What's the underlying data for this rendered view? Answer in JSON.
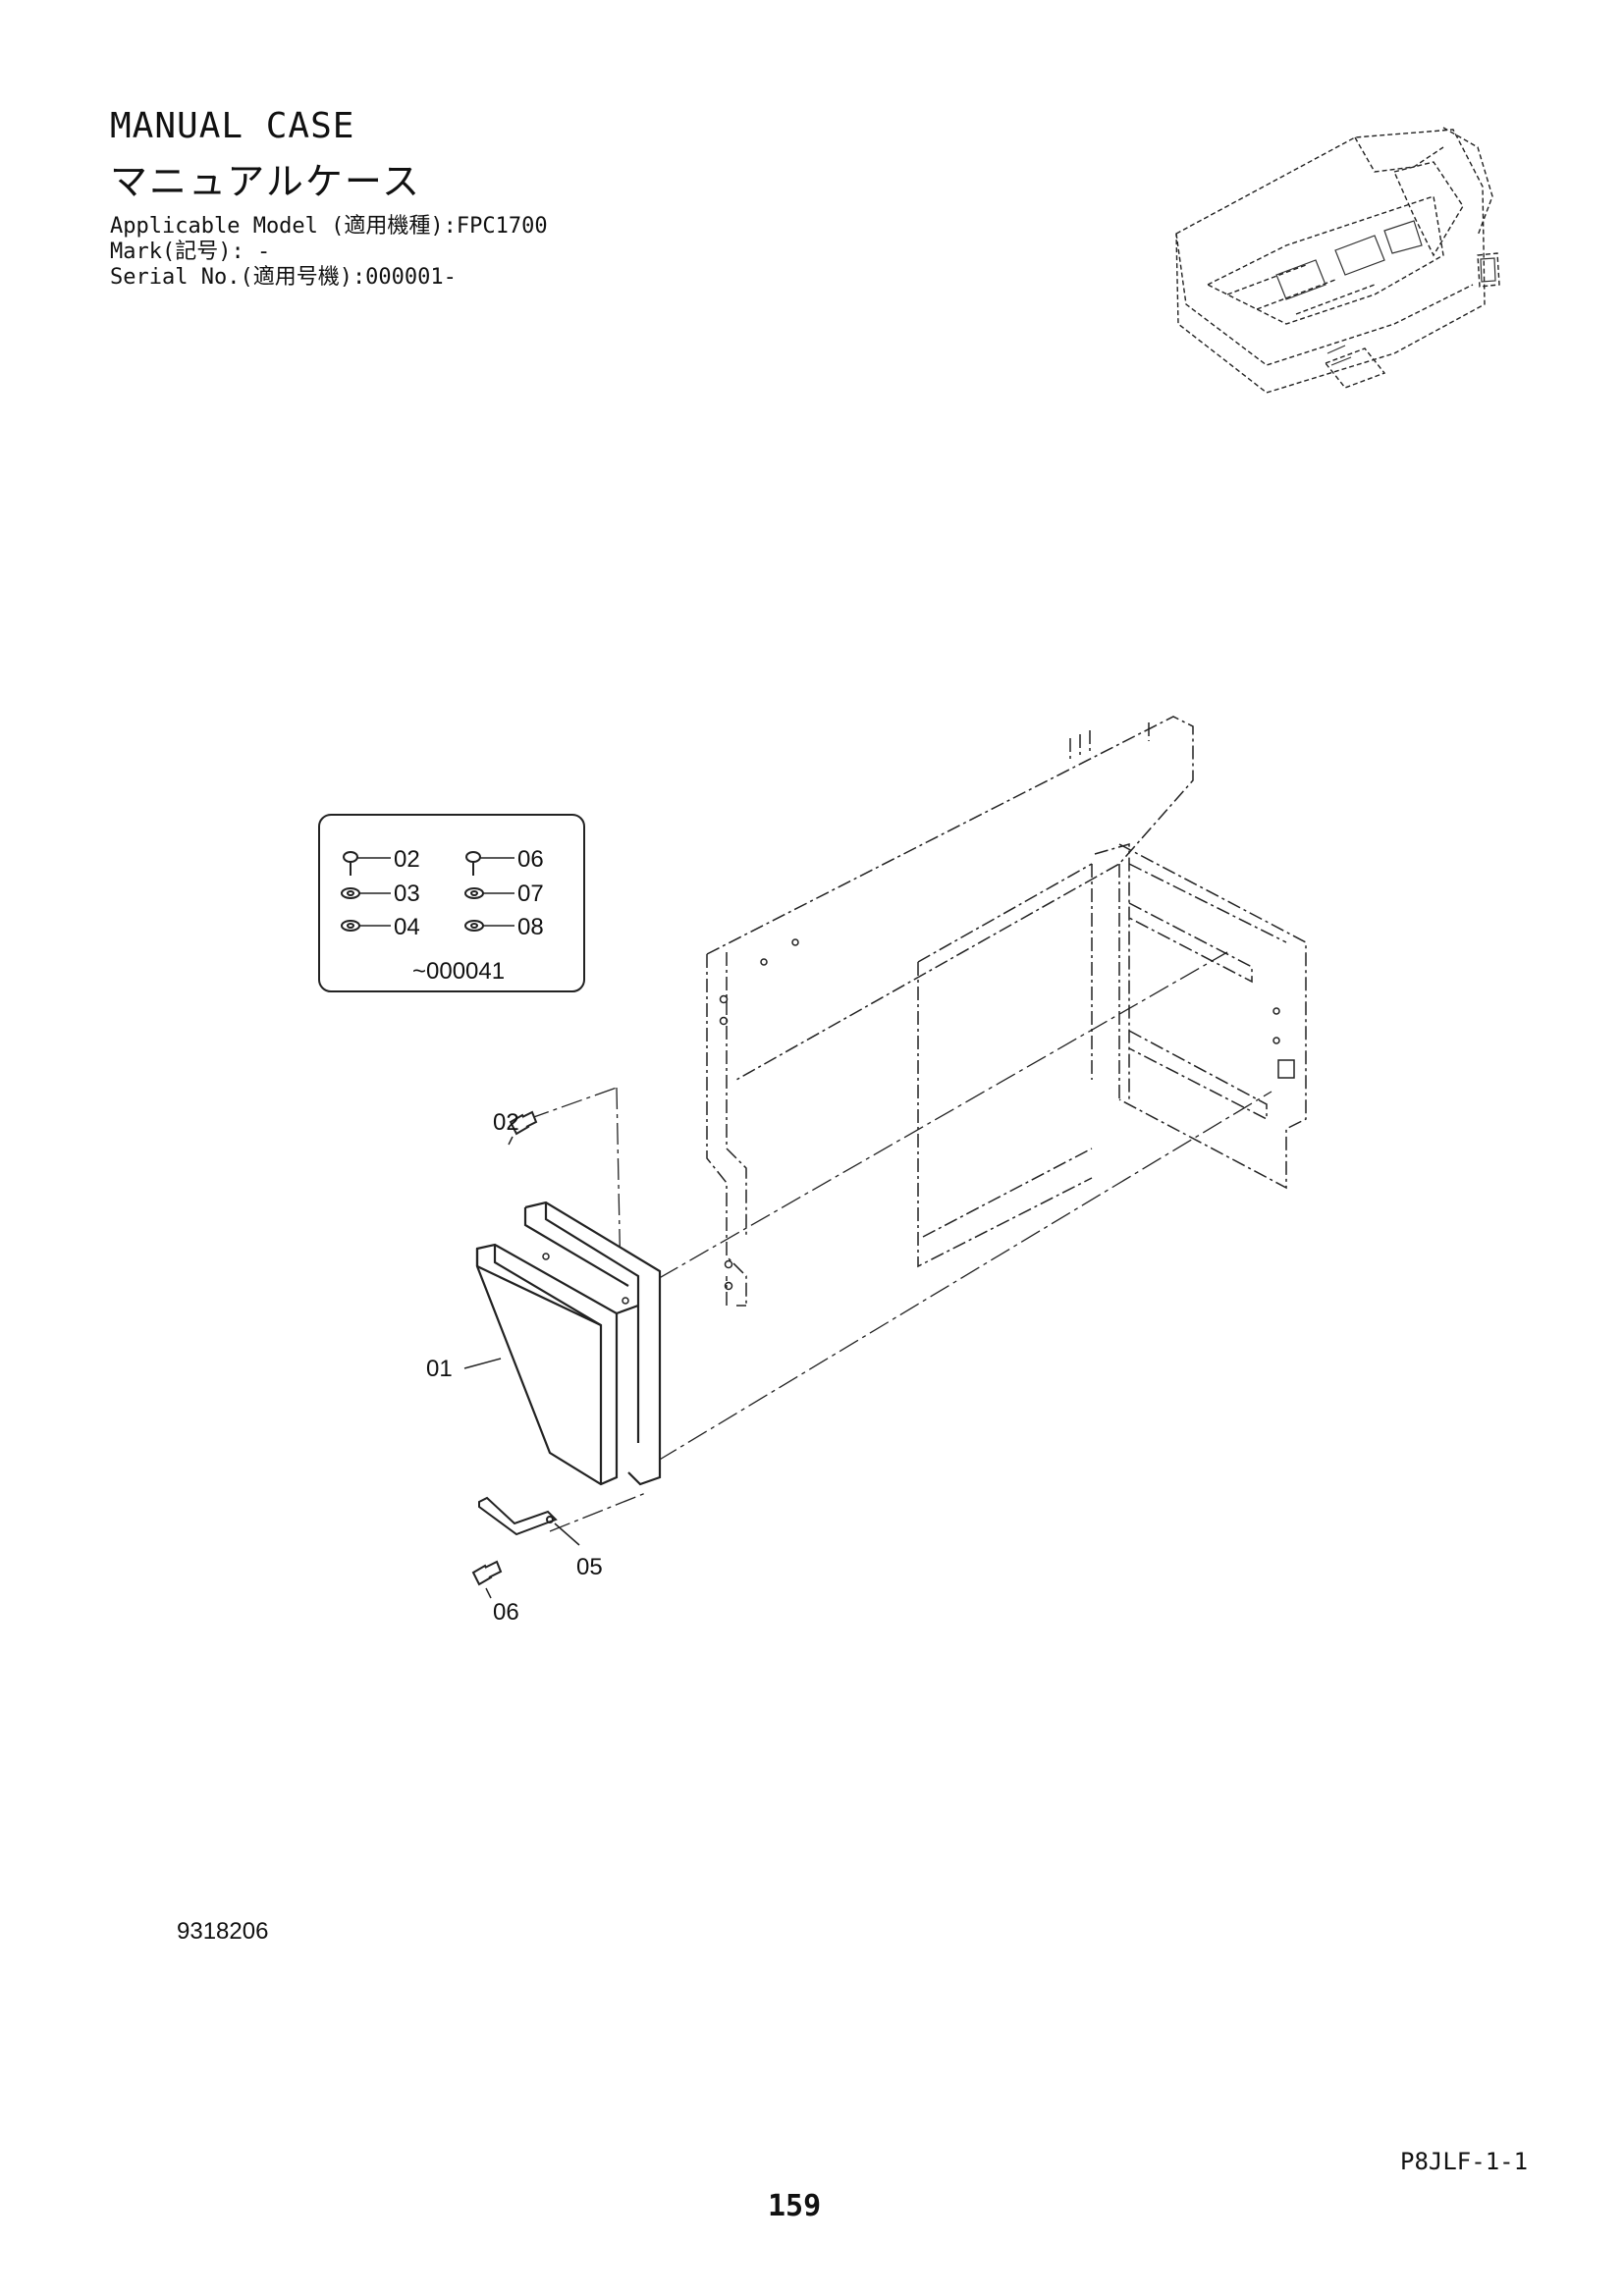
{
  "header": {
    "title_en": "MANUAL CASE",
    "title_jp": "マニュアルケース",
    "applicable_model": "Applicable Model (適用機種):FPC1700",
    "mark": "Mark(記号): -",
    "serial_no": "Serial No.(適用号機):000001-"
  },
  "legend_box": {
    "rows": [
      {
        "left": "02",
        "right": "06"
      },
      {
        "left": "03",
        "right": "07"
      },
      {
        "left": "04",
        "right": "08"
      }
    ],
    "serial_range": "~000041"
  },
  "callouts": {
    "c01": "01",
    "c02": "02",
    "c05": "05",
    "c06": "06"
  },
  "footer": {
    "drawing_number": "9318206",
    "page_code": "P8JLF-1-1",
    "page_number": "159"
  }
}
